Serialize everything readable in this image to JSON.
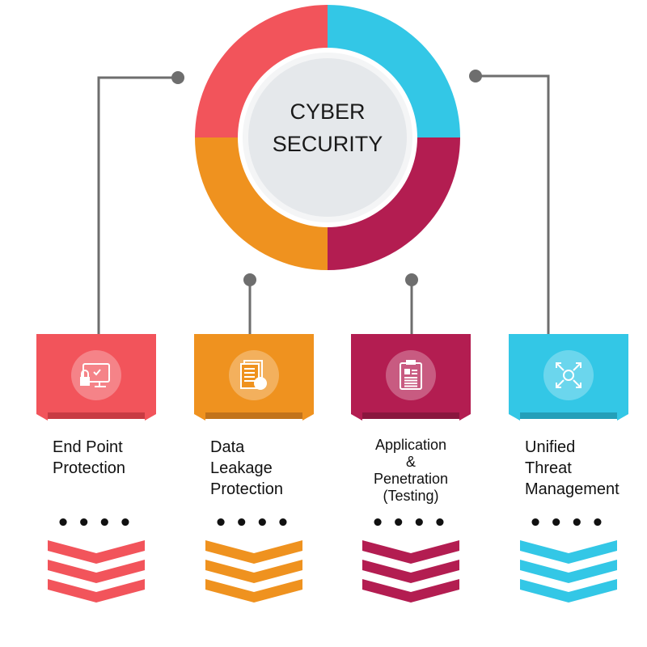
{
  "hub": {
    "line1": "CYBER",
    "line2": "SECURITY",
    "colors": {
      "red": "#f2545b",
      "cyan": "#33c7e6",
      "orange": "#ef921f",
      "crimson": "#b31d51",
      "inner": "#e5e8eb"
    }
  },
  "cards": [
    {
      "lines": [
        "End Point",
        "Protection"
      ],
      "dots": "••••",
      "color": "#f2545b",
      "dark": "#c83b43",
      "icon": "monitor-lock-icon"
    },
    {
      "lines": [
        "Data",
        "Leakage",
        "Protection"
      ],
      "dots": "••••",
      "color": "#ef921f",
      "dark": "#c2731a",
      "icon": "document-icon"
    },
    {
      "lines": [
        "Application",
        "&",
        "Penetration",
        "(Testing)"
      ],
      "dots": "••••",
      "color": "#b31d51",
      "dark": "#8a163e",
      "icon": "clipboard-icon"
    },
    {
      "lines": [
        "Unified",
        "Threat",
        "Management"
      ],
      "dots": "••••",
      "color": "#33c7e6",
      "dark": "#239fb9",
      "icon": "network-expand-icon"
    }
  ]
}
